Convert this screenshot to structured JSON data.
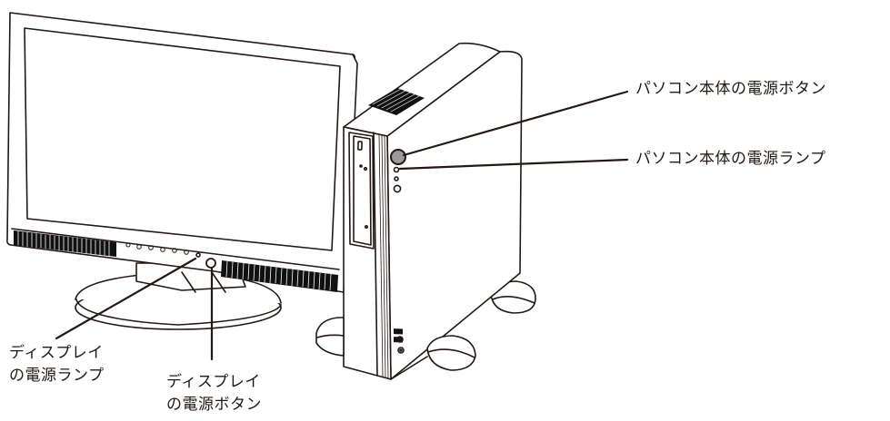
{
  "labels": {
    "pc_power_button": "パソコン本体の電源ボタン",
    "pc_power_lamp": "パソコン本体の電源ランプ",
    "display_power_lamp_line1": "ディスプレイ",
    "display_power_lamp_line2": "の電源ランプ",
    "display_power_button_line1": "ディスプレイ",
    "display_power_button_line2": "の電源ボタン"
  },
  "colors": {
    "line": "#231815",
    "fill": "#ffffff",
    "grille": "#111111",
    "background": "#ffffff"
  }
}
